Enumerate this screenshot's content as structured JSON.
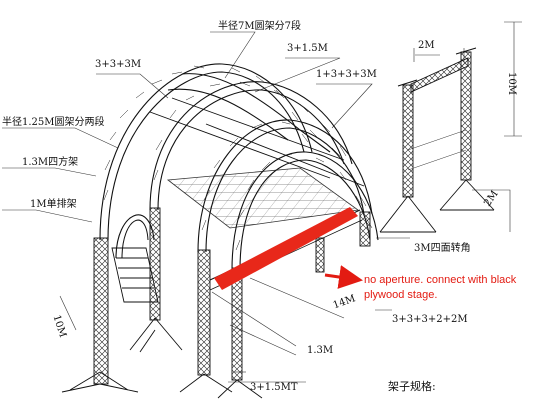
{
  "labels": {
    "arch_radius_7m_7_segments": "半径7M圆架分7段",
    "span_333": "3+3+3M",
    "cantilever_3_15": "3+1.5M",
    "truss_width_1333": "1+3+3+3M",
    "tower_top_2m": "2M",
    "tower_height_10m": "10M",
    "arch_radius_125_2_segments": "半径1.25M圆架分两段",
    "square_truss_13": "1.3M四方架",
    "single_row_1m": "1M单排架",
    "base_depth_2m": "2M",
    "corner_3m_four_face": "3M四面转角",
    "length_14m": "14M",
    "left_height_10m": "10M",
    "stage_height_13m": "1.3M",
    "front_span_33322": "3+3+3+2+2M",
    "bottom_315mt": "3+1.5MT",
    "spec_title": "架子规格:"
  },
  "annotation": {
    "line1": "no aperture. connect with black",
    "line2": "plywood stage."
  },
  "colors": {
    "ink": "#111111",
    "annotation_red": "#e31b12",
    "highlight_red": "#e8281a"
  }
}
